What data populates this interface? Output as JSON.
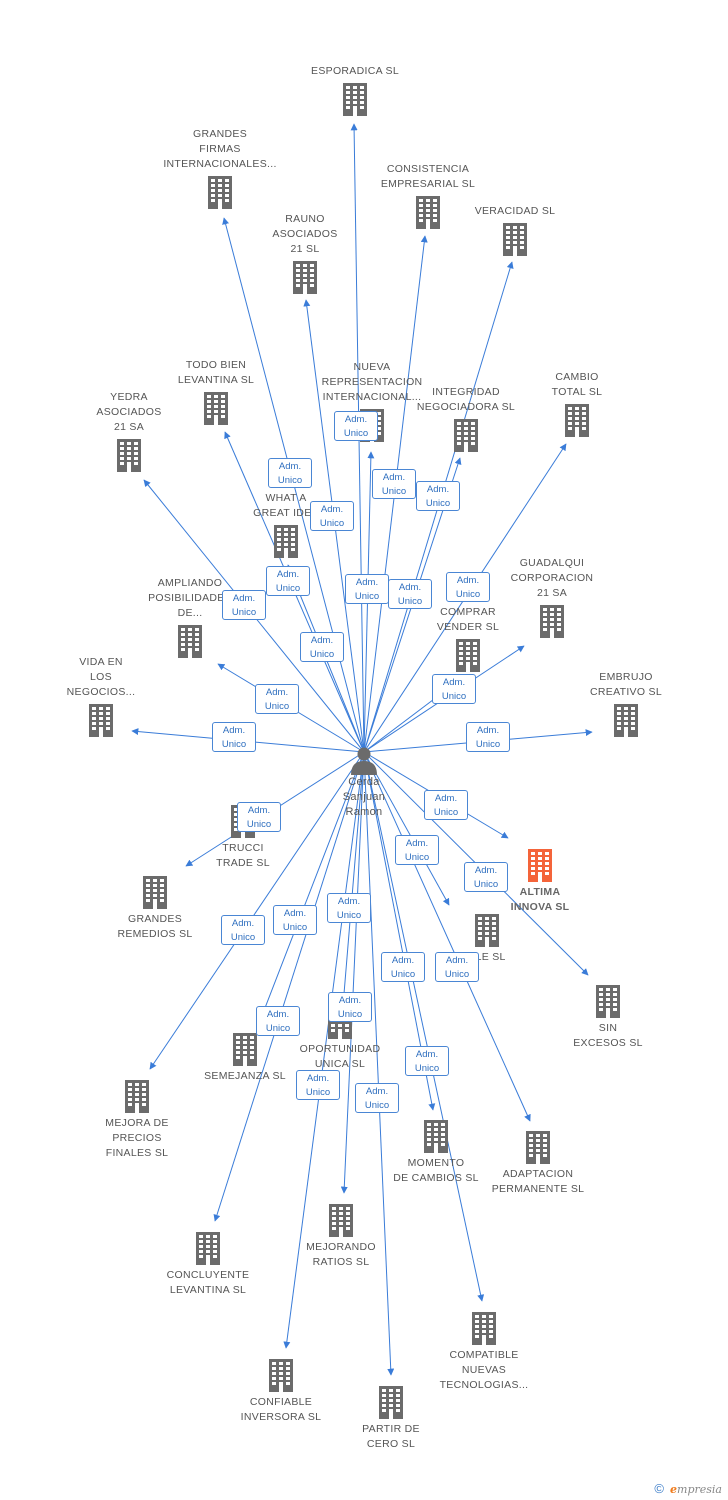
{
  "colors": {
    "edge": "#3a7cd8",
    "node": "#6b6b6b",
    "focus": "#f4643a",
    "badge_border": "#4a86d4"
  },
  "center": {
    "name": "Cerda\nSanjuan\nRamon",
    "icon": "person-icon"
  },
  "badge_label": "Adm.\nUnico",
  "companies": [
    {
      "id": "esporadica",
      "label": "ESPORADICA SL"
    },
    {
      "id": "grandes-firmas",
      "label": "GRANDES\nFIRMAS\nINTERNACIONALES..."
    },
    {
      "id": "consistencia",
      "label": "CONSISTENCIA\nEMPRESARIAL SL"
    },
    {
      "id": "veracidad",
      "label": "VERACIDAD SL"
    },
    {
      "id": "rauno",
      "label": "RAUNO\nASOCIADOS\n21 SL"
    },
    {
      "id": "todo-bien",
      "label": "TODO BIEN\nLEVANTINA SL"
    },
    {
      "id": "nueva-representacion",
      "label": "NUEVA\nREPRESENTACION\nINTERNACIONAL..."
    },
    {
      "id": "integridad",
      "label": "INTEGRIDAD\nNEGOCIADORA SL"
    },
    {
      "id": "cambio-total",
      "label": "CAMBIO\nTOTAL SL"
    },
    {
      "id": "yedra",
      "label": "YEDRA\nASOCIADOS\n21 SA"
    },
    {
      "id": "what-a-great",
      "label": "WHAT A\nGREAT IDEA"
    },
    {
      "id": "guadalqui",
      "label": "GUADALQUI\nCORPORACION\n21 SA"
    },
    {
      "id": "ampliando",
      "label": "AMPLIANDO\nPOSIBILIDADES\nDE..."
    },
    {
      "id": "comprar-vender",
      "label": "E\nCOMPRAR\nVENDER SL"
    },
    {
      "id": "vida-negocios",
      "label": "VIDA EN\nLOS\nNEGOCIOS..."
    },
    {
      "id": "embrujo",
      "label": "EMBRUJO\nCREATIVO SL"
    },
    {
      "id": "trucci",
      "label": "TRUCCI\nTRADE SL"
    },
    {
      "id": "altima",
      "label": "ALTIMA\nINNOVA SL",
      "focus": true
    },
    {
      "id": "grandes-remedios",
      "label": "GRANDES\nREMEDIOS SL"
    },
    {
      "id": "ble",
      "label": "BLE SL"
    },
    {
      "id": "sin-excesos",
      "label": "SIN\nEXCESOS SL"
    },
    {
      "id": "oportunidad",
      "label": "OPORTUNIDAD\nUNICA SL"
    },
    {
      "id": "semejanza",
      "label": "SEMEJANZA SL"
    },
    {
      "id": "mejora-precios",
      "label": "MEJORA DE\nPRECIOS\nFINALES SL"
    },
    {
      "id": "momento",
      "label": "MOMENTO\nDE CAMBIOS SL"
    },
    {
      "id": "adaptacion",
      "label": "ADAPTACION\nPERMANENTE SL"
    },
    {
      "id": "mejorando",
      "label": "MEJORANDO\nRATIOS SL"
    },
    {
      "id": "concluyente",
      "label": "CONCLUYENTE\nLEVANTINA SL"
    },
    {
      "id": "compatible",
      "label": "COMPATIBLE\nNUEVAS\nTECNOLOGIAS..."
    },
    {
      "id": "confiable",
      "label": "CONFIABLE\nINVERSORA SL"
    },
    {
      "id": "partir-cero",
      "label": "PARTIR DE\nCERO SL"
    }
  ],
  "footer": {
    "copyright": "©",
    "brand_initial": "e",
    "brand_rest": "mpresia"
  }
}
